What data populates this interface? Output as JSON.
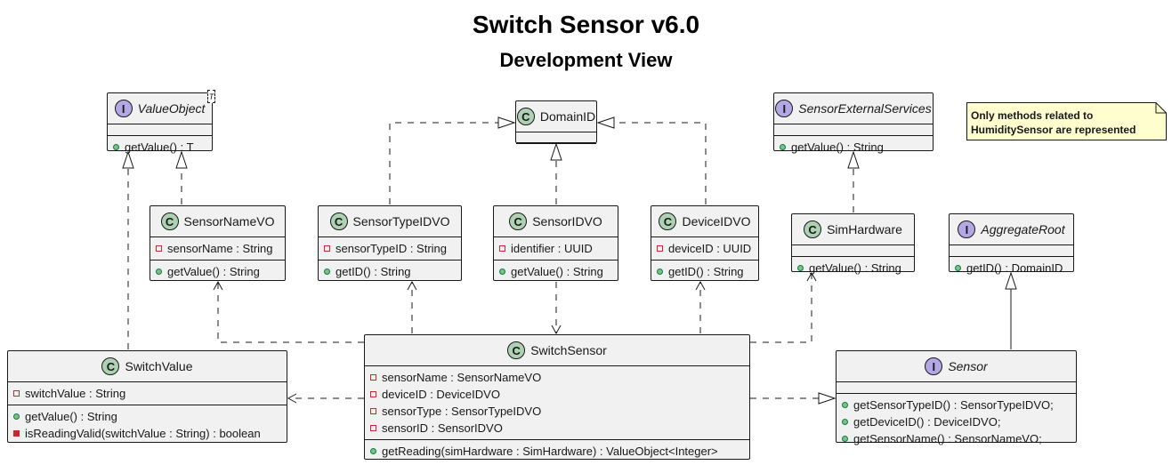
{
  "diagram": {
    "title": "Switch Sensor v6.0",
    "subtitle": "Development View",
    "note": {
      "lines": [
        "Only methods related to",
        "HumiditySensor are represented"
      ]
    },
    "classes": {
      "value_object": {
        "kind": "I",
        "name": "ValueObject",
        "type_param": "T",
        "fields": [],
        "methods": [
          {
            "visibility": "public",
            "text": "getValue() : T"
          }
        ]
      },
      "domain_id": {
        "kind": "C",
        "name": "DomainID",
        "fields": [],
        "methods": []
      },
      "sensor_external_services": {
        "kind": "I",
        "name": "SensorExternalServices",
        "fields": [],
        "methods": [
          {
            "visibility": "public",
            "text": "getValue() : String"
          }
        ]
      },
      "sensor_name_vo": {
        "kind": "C",
        "name": "SensorNameVO",
        "fields": [
          {
            "visibility": "private",
            "text": "sensorName : String"
          }
        ],
        "methods": [
          {
            "visibility": "public",
            "text": "getValue() : String"
          }
        ]
      },
      "sensor_type_id_vo": {
        "kind": "C",
        "name": "SensorTypeIDVO",
        "fields": [
          {
            "visibility": "private",
            "text": "sensorTypeID : String"
          }
        ],
        "methods": [
          {
            "visibility": "public",
            "text": "getID() : String"
          }
        ]
      },
      "sensor_id_vo": {
        "kind": "C",
        "name": "SensorIDVO",
        "fields": [
          {
            "visibility": "private",
            "text": "identifier : UUID"
          }
        ],
        "methods": [
          {
            "visibility": "public",
            "text": "getValue() : String"
          }
        ]
      },
      "device_id_vo": {
        "kind": "C",
        "name": "DeviceIDVO",
        "fields": [
          {
            "visibility": "private",
            "text": "deviceID : UUID"
          }
        ],
        "methods": [
          {
            "visibility": "public",
            "text": "getID() : String"
          }
        ]
      },
      "sim_hardware": {
        "kind": "C",
        "name": "SimHardware",
        "fields": [],
        "methods": [
          {
            "visibility": "public",
            "text": "getValue() : String"
          }
        ]
      },
      "aggregate_root": {
        "kind": "I",
        "name": "AggregateRoot",
        "fields": [],
        "methods": [
          {
            "visibility": "public",
            "text": "getID() : DomainID"
          }
        ]
      },
      "switch_value": {
        "kind": "C",
        "name": "SwitchValue",
        "fields": [
          {
            "visibility": "private",
            "text": "switchValue : String"
          }
        ],
        "methods": [
          {
            "visibility": "public",
            "text": "getValue() : String"
          },
          {
            "visibility": "private-method",
            "text": "isReadingValid(switchValue : String) : boolean"
          }
        ]
      },
      "switch_sensor": {
        "kind": "C",
        "name": "SwitchSensor",
        "fields": [
          {
            "visibility": "private",
            "text": "sensorName : SensorNameVO"
          },
          {
            "visibility": "private",
            "text": "deviceID : DeviceIDVO"
          },
          {
            "visibility": "private",
            "text": "sensorType : SensorTypeIDVO"
          },
          {
            "visibility": "private",
            "text": "sensorID : SensorIDVO"
          }
        ],
        "methods": [
          {
            "visibility": "public",
            "text": "getReading(simHardware : SimHardware) : ValueObject<Integer>"
          }
        ]
      },
      "sensor": {
        "kind": "I",
        "name": "Sensor",
        "fields": [],
        "methods": [
          {
            "visibility": "public",
            "text": "getSensorTypeID() : SensorTypeIDVO;"
          },
          {
            "visibility": "public",
            "text": "getDeviceID() : DeviceIDVO;"
          },
          {
            "visibility": "public",
            "text": "getSensorName() : SensorNameVO;"
          }
        ]
      }
    },
    "relations": [
      {
        "from": "sensor_name_vo",
        "to": "value_object",
        "type": "realization"
      },
      {
        "from": "switch_value",
        "to": "value_object",
        "type": "realization"
      },
      {
        "from": "sensor_type_id_vo",
        "to": "domain_id",
        "type": "realization"
      },
      {
        "from": "sensor_id_vo",
        "to": "domain_id",
        "type": "realization"
      },
      {
        "from": "device_id_vo",
        "to": "domain_id",
        "type": "realization"
      },
      {
        "from": "sim_hardware",
        "to": "sensor_external_services",
        "type": "realization"
      },
      {
        "from": "sensor",
        "to": "aggregate_root",
        "type": "generalization"
      },
      {
        "from": "switch_sensor",
        "to": "sensor",
        "type": "realization"
      },
      {
        "from": "switch_sensor",
        "to": "sensor_name_vo",
        "type": "dependency"
      },
      {
        "from": "switch_sensor",
        "to": "sensor_type_id_vo",
        "type": "dependency"
      },
      {
        "from": "sensor_id_vo",
        "to": "switch_sensor",
        "type": "dependency"
      },
      {
        "from": "switch_sensor",
        "to": "device_id_vo",
        "type": "dependency"
      },
      {
        "from": "switch_sensor",
        "to": "sim_hardware",
        "type": "dependency"
      },
      {
        "from": "switch_sensor",
        "to": "switch_value",
        "type": "dependency"
      }
    ]
  }
}
